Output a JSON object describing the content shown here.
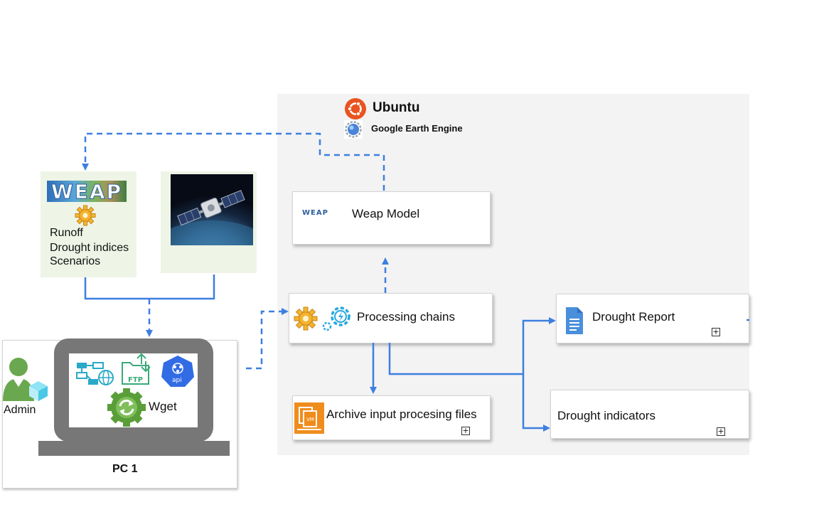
{
  "ubuntu": {
    "title": "Ubuntu",
    "subtitle": "Google Earth Engine"
  },
  "weap_panel": {
    "logo_text": "WEAP",
    "lines": [
      "Runoff",
      "Drought indices",
      "Scenarios"
    ]
  },
  "nodes": {
    "weap_model": {
      "label": "Weap Model",
      "logo_text": "WEAP"
    },
    "processing_chains": {
      "label": "Processing chains"
    },
    "drought_report": {
      "label": "Drought Report"
    },
    "drought_indicators": {
      "label": "Drought  indicators"
    },
    "archive": {
      "label": "Archive input procesing files",
      "badge": "VM"
    }
  },
  "pc": {
    "title": "PC 1",
    "admin_label": "Admin",
    "wget_label": "Wget",
    "ftp_label": "FTP",
    "api_label": "api"
  },
  "expand_symbol": "+",
  "colors": {
    "connector": "#3d7fe0",
    "ubuntu_orange": "#e95420",
    "panel_green": "#eef4e6",
    "laptop_gray": "#777777",
    "icon_teal": "#2aa9c7",
    "icon_green": "#5a9e3a",
    "api_blue": "#326ce5",
    "doc_blue": "#4a8fdb",
    "archive_orange": "#f08c1c"
  },
  "icons": [
    "ubuntu-icon",
    "google-earth-engine-icon",
    "gear-icon",
    "satellite-image",
    "processing-gears-icon",
    "document-icon",
    "archive-icon",
    "admin-icon",
    "network-icon",
    "ftp-icon",
    "api-icon",
    "sync-icon",
    "laptop-icon"
  ]
}
